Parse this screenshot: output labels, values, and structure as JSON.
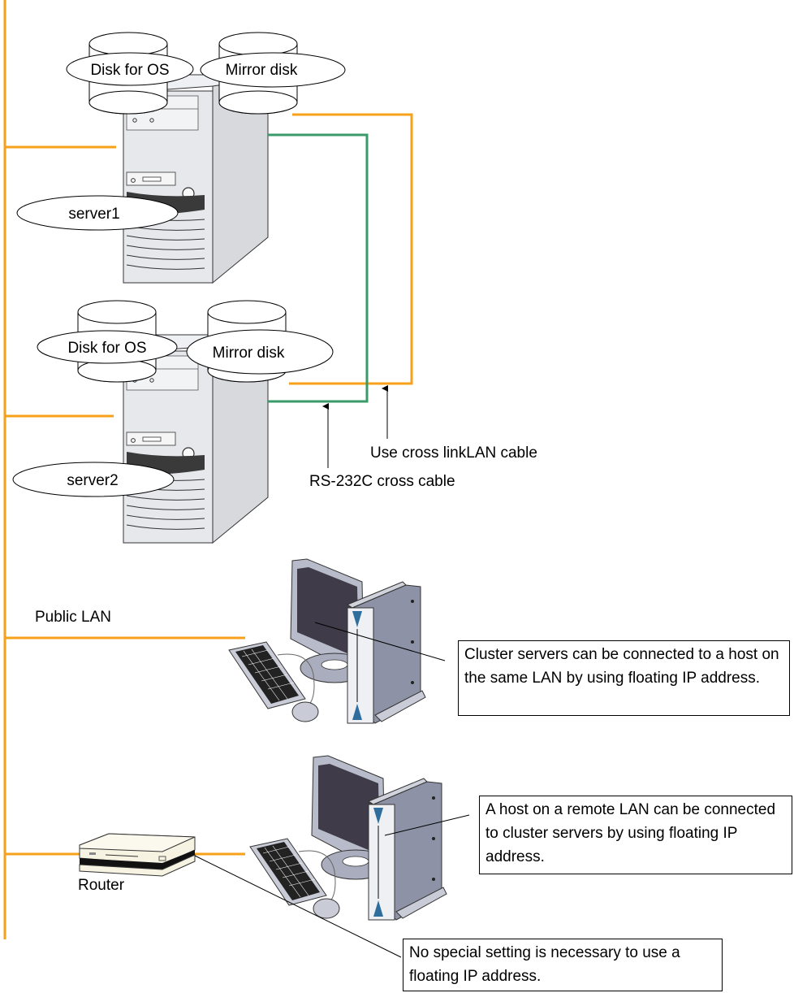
{
  "colors": {
    "public_lan": "#f7a11a",
    "interconnect_lan": "#f7a11a",
    "rs232c": "#3a9a6a",
    "callout_line": "#000000"
  },
  "servers": [
    {
      "name": "server1",
      "disks": [
        {
          "label": "Disk for OS"
        },
        {
          "label": "Mirror disk"
        }
      ]
    },
    {
      "name": "server2",
      "disks": [
        {
          "label": "Disk for OS"
        },
        {
          "label": "Mirror disk"
        }
      ]
    }
  ],
  "cables": {
    "lan_cable_label": "Use cross linkLAN cable",
    "rs232c_label": "RS-232C cross cable"
  },
  "network": {
    "public_lan_label": "Public LAN",
    "router_label": "Router"
  },
  "notes": {
    "same_lan": "Cluster servers can be connected to a host on the same LAN by using floating IP address.",
    "remote_lan": "A host on a remote LAN can be connected to cluster servers by using floating IP address.",
    "router_note": "No special setting is necessary to use a floating IP address."
  }
}
